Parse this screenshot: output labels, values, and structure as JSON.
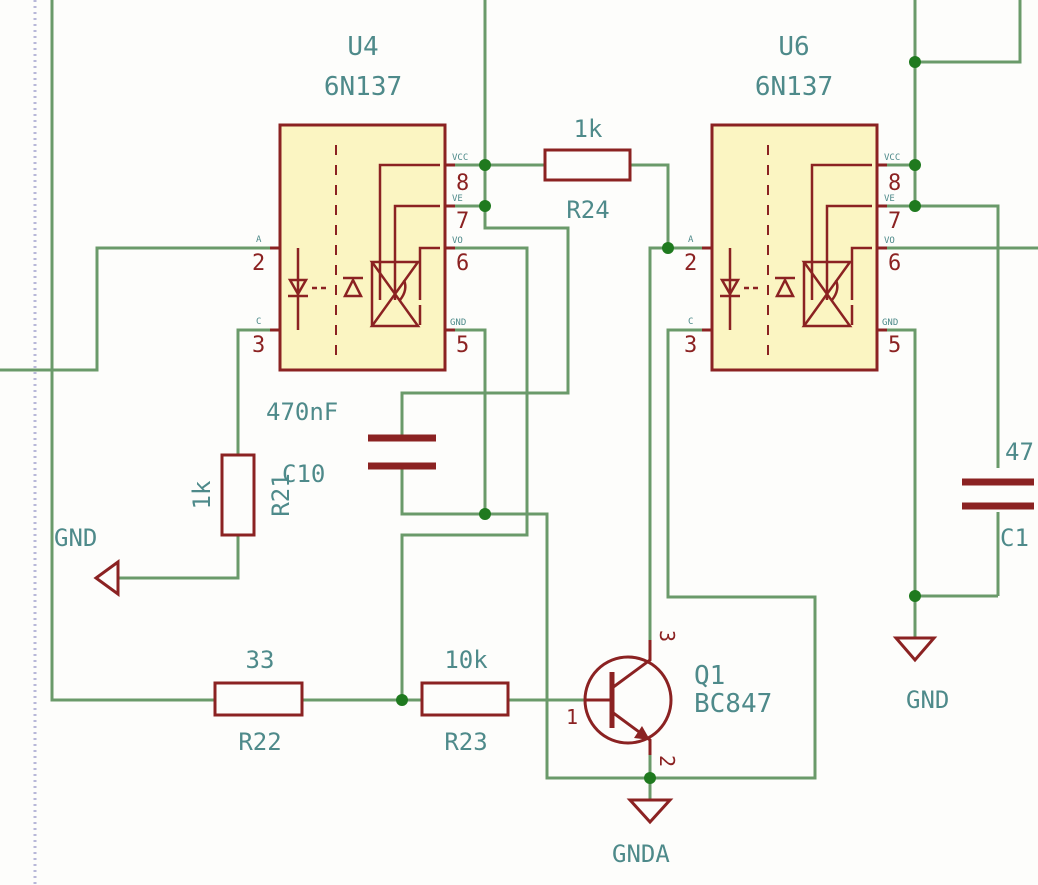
{
  "colors": {
    "wire": "#6a9a6a",
    "junction": "#1f7a1f",
    "component": "#8b2222",
    "ic_fill": "#fbf5c2",
    "text": "#4e8a8a",
    "border": "#b8b8d8",
    "background": "#fdfdfb"
  },
  "u4": {
    "ref": "U4",
    "value": "6N137",
    "pins": {
      "p2": "2",
      "p3": "3",
      "p5": "5",
      "p6": "6",
      "p7": "7",
      "p8": "8"
    },
    "pin_names": {
      "a": "A",
      "c": "C",
      "vcc": "VCC",
      "ve": "VE",
      "vo": "VO",
      "gnd": "GND"
    }
  },
  "u6": {
    "ref": "U6",
    "value": "6N137",
    "pins": {
      "p2": "2",
      "p3": "3",
      "p5": "5",
      "p6": "6",
      "p7": "7",
      "p8": "8"
    },
    "pin_names": {
      "a": "A",
      "c": "C",
      "vcc": "VCC",
      "ve": "VE",
      "vo": "VO",
      "gnd": "GND"
    }
  },
  "r24": {
    "ref": "R24",
    "value": "1k"
  },
  "r21": {
    "ref": "R21",
    "value": "1k"
  },
  "c10": {
    "ref": "C10",
    "value": "470nF"
  },
  "c11": {
    "ref": "C1",
    "value": "47"
  },
  "r22": {
    "ref": "R22",
    "value": "33"
  },
  "r23": {
    "ref": "R23",
    "value": "10k"
  },
  "q1": {
    "ref": "Q1",
    "value": "BC847",
    "pin_b": "1",
    "pin_c": "3",
    "pin_e": "2"
  },
  "power": {
    "gnd_left": "GND",
    "gnd_right": "GND",
    "gnda": "GNDA"
  }
}
